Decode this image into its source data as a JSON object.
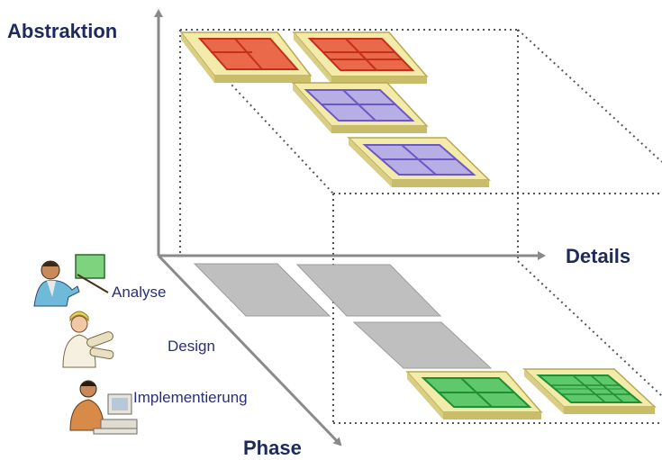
{
  "axes": {
    "vertical": "Abstraktion",
    "horizontal": "Details",
    "diagonal": "Phase"
  },
  "phases": [
    "Analyse",
    "Design",
    "Implementierung"
  ],
  "colors": {
    "axis": "#8a8a8a",
    "axis_text": "#1c2a5c",
    "phase_text": "#2a2f7a",
    "board_top": "#f2ebaa",
    "board_side": "#c9bd6a",
    "red_fill": "#e9694a",
    "red_stroke": "#c4301c",
    "violet_fill": "#b8aee6",
    "violet_stroke": "#6d57c4",
    "green_fill": "#5fc86a",
    "green_stroke": "#1f8f34",
    "gray_fill": "#bfbfbf"
  },
  "icons": [
    "analyst-presenter-icon",
    "designer-blueprint-icon",
    "programmer-computer-icon"
  ]
}
